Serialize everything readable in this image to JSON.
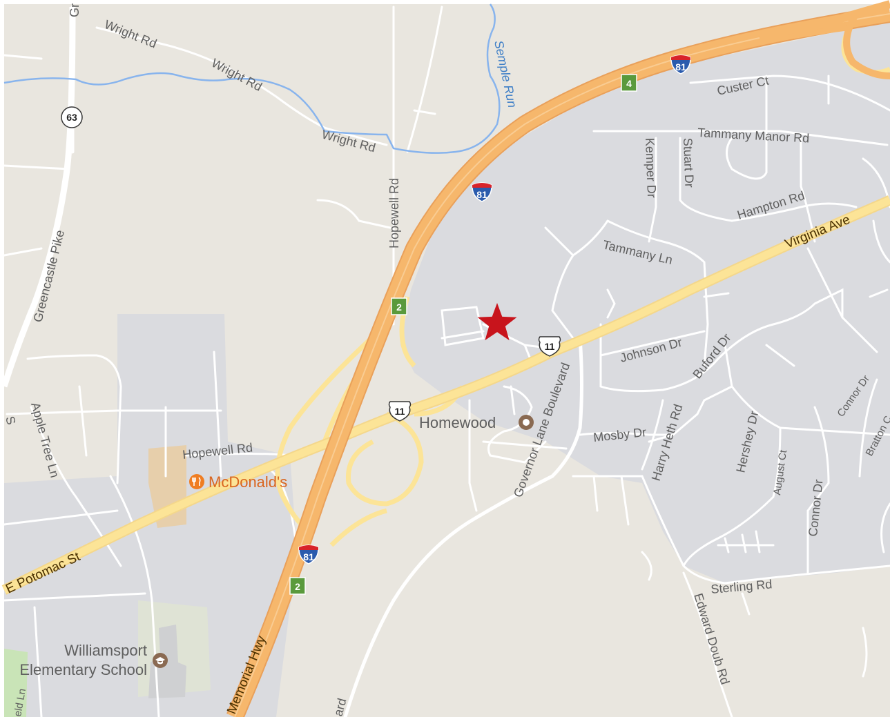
{
  "colors": {
    "land": "#e9e6df",
    "residential": "#dadbdf",
    "minor_road": "#ffffff",
    "highway": "#f6b76c",
    "highway_casing": "#e9a05a",
    "arterial": "#fce497",
    "water": "#88b4ed",
    "marker": "#c8141c",
    "green_area": "#c9e4b7",
    "poi_school_icon": "#8a6a52",
    "poi_food_icon": "#ef7d22"
  },
  "marker": {
    "icon": "star-icon"
  },
  "roads": {
    "wright_rd_1": "Wright Rd",
    "wright_rd_2": "Wright Rd",
    "wright_rd_3": "Wright Rd",
    "hopewell_rd_north": "Hopewell Rd",
    "hopewell_rd_west": "Hopewell Rd",
    "greencastle_pike": "Greencastle Pike",
    "apple_tree_ln": "Apple Tree Ln",
    "e_potomac_st": "E Potomac St",
    "virginia_ave": "Virginia Ave",
    "memorial_hwy": "Memorial Hwy",
    "governor_lane_blvd": "Governor Lane Boulevard",
    "tammany_ln": "Tammany Ln",
    "tammany_manor_rd": "Tammany Manor Rd",
    "custer_ct": "Custer Ct",
    "kemper_dr": "Kemper Dr",
    "stuart_dr": "Stuart Dr",
    "hampton_rd": "Hampton Rd",
    "johnson_dr": "Johnson Dr",
    "buford_dr": "Buford Dr",
    "mosby_dr": "Mosby Dr",
    "harry_heth_rd": "Harry Heth Rd",
    "hershey_dr": "Hershey Dr",
    "august_ct": "August Ct",
    "connor_dr": "Connor Dr",
    "connor_dr_2": "Connor Dr",
    "bratton": "Bratton C",
    "sterling_rd": "Sterling Rd",
    "edward_doub_rd": "Edward Doub Rd",
    "gr_cut": "Gr",
    "ard_cut": "ard",
    "eld_ln_cut": "eld Ln",
    "s_cut": "S"
  },
  "water": {
    "semple_run": "Semple Run"
  },
  "shields": {
    "i81_north": "81",
    "i81_mid": "81",
    "i81_south": "81",
    "us11_east": "11",
    "us11_west": "11",
    "route63": "63",
    "exit4": "4",
    "exit2_north": "2",
    "exit2_south": "2"
  },
  "pois": {
    "homewood": {
      "label": "Homewood",
      "icon": "place-icon"
    },
    "mcdonalds": {
      "label": "McDonald's",
      "icon": "restaurant-icon"
    },
    "school_line1": "Williamsport",
    "school_line2": "Elementary School",
    "school_icon": "school-icon"
  }
}
